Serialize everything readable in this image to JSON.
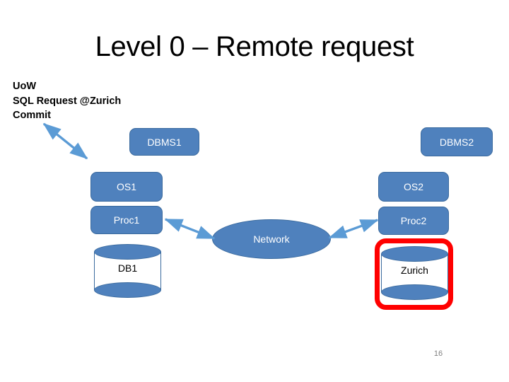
{
  "slide": {
    "title": "Level 0 – Remote request",
    "number": "16",
    "annotation": {
      "line1": "UoW",
      "line2": "SQL Request @Zurich",
      "line3": "Commit"
    }
  },
  "colors": {
    "node_fill": "#4F81BD",
    "node_stroke": "#3A6A9E",
    "arrow": "#4F81BD",
    "highlight": "#FF0000",
    "title_text": "#000000",
    "node_text": "#FFFFFF",
    "cylinder_body": "#FFFFFF",
    "slide_number_text": "#808080",
    "background": "#FFFFFF"
  },
  "diagram": {
    "left_stack": [
      {
        "id": "dbms1",
        "label": "DBMS1"
      },
      {
        "id": "os1",
        "label": "OS1"
      },
      {
        "id": "proc1",
        "label": "Proc1"
      }
    ],
    "right_stack": [
      {
        "id": "dbms2",
        "label": "DBMS2"
      },
      {
        "id": "os2",
        "label": "OS2"
      },
      {
        "id": "proc2",
        "label": "Proc2"
      }
    ],
    "network": {
      "id": "network",
      "label": "Network"
    },
    "databases": [
      {
        "id": "db1",
        "label": "DB1",
        "highlighted": false
      },
      {
        "id": "zurich",
        "label": "Zurich",
        "highlighted": true
      }
    ],
    "connectors": [
      {
        "id": "uow-to-os1",
        "from": "uow-annotation",
        "to": "os1",
        "style": "double-headed"
      },
      {
        "id": "proc1-to-network",
        "from": "proc1",
        "to": "network",
        "style": "double-headed"
      },
      {
        "id": "network-to-proc2",
        "from": "network",
        "to": "proc2",
        "style": "double-headed"
      }
    ]
  }
}
